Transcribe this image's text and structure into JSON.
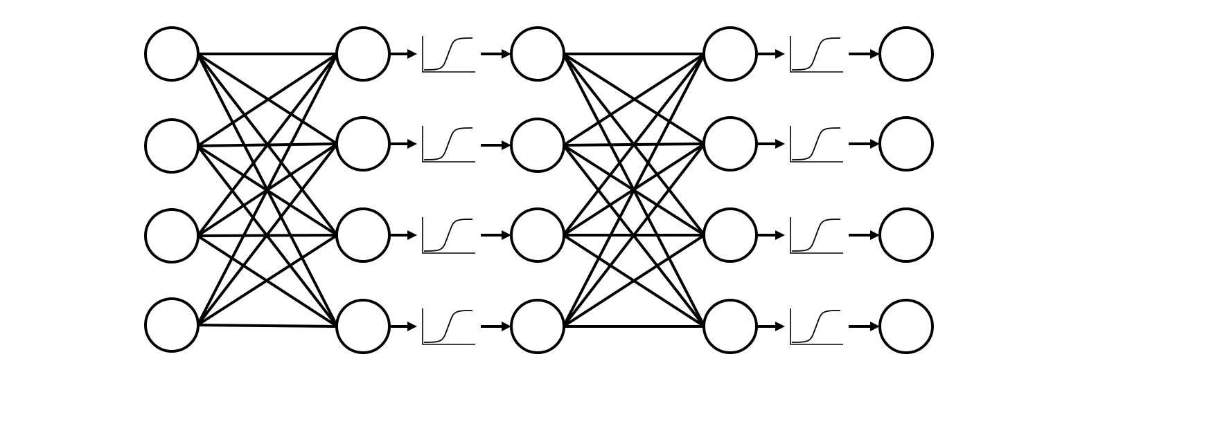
{
  "diagram": {
    "type": "feedforward-neural-network",
    "layers": [
      {
        "name": "input",
        "nodes": 4
      },
      {
        "name": "hidden-1",
        "nodes": 4
      },
      {
        "name": "hidden-1-activated",
        "nodes": 4
      },
      {
        "name": "hidden-2",
        "nodes": 4
      },
      {
        "name": "output",
        "nodes": 4
      }
    ],
    "connections": [
      {
        "from": "input",
        "to": "hidden-1",
        "type": "fully-connected"
      },
      {
        "from": "hidden-1",
        "to": "hidden-1-activated",
        "type": "activation"
      },
      {
        "from": "hidden-1-activated",
        "to": "hidden-2",
        "type": "fully-connected"
      },
      {
        "from": "hidden-2",
        "to": "output",
        "type": "activation"
      }
    ],
    "activation_icon": "sigmoid-curve-icon",
    "colors": {
      "stroke": "#000000",
      "fill": "#ffffff"
    }
  }
}
